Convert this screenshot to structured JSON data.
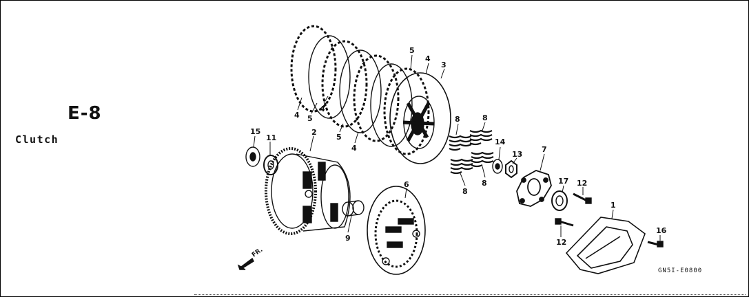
{
  "header": {
    "section_code": "E-8",
    "section_title": "Clutch"
  },
  "drawing_code": "GN5I-E0800",
  "direction_label": "FR.",
  "callouts": [
    "1",
    "2",
    "3",
    "4",
    "5",
    "6",
    "7",
    "8",
    "9",
    "11",
    "12",
    "13",
    "14",
    "15",
    "16",
    "17"
  ],
  "parts": {
    "p1": "1",
    "p2": "2",
    "p3": "3",
    "p4a": "4",
    "p4b": "4",
    "p4c": "4",
    "p4d": "4",
    "p5a": "5",
    "p5b": "5",
    "p5c": "5",
    "p6": "6",
    "p7": "7",
    "p8a": "8",
    "p8b": "8",
    "p8c": "8",
    "p8d": "8",
    "p9": "9",
    "p11": "11",
    "p12a": "12",
    "p12b": "12",
    "p13": "13",
    "p14": "14",
    "p15": "15",
    "p16": "16",
    "p17": "17"
  },
  "colors": {
    "line": "#111111",
    "background": "#ffffff"
  }
}
